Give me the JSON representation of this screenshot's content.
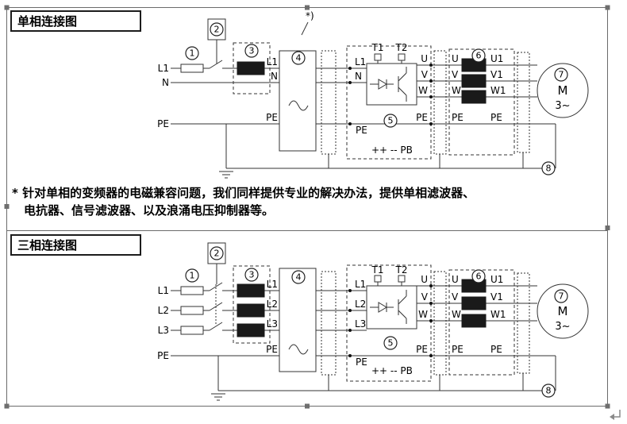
{
  "markers": {
    "m1": "1",
    "m2": "2",
    "m3": "3",
    "m4": "4",
    "m5": "5",
    "m6": "6",
    "m7": "7",
    "m8": "8"
  },
  "note": {
    "line1": "* 针对单相的变频器的电磁兼容问题，我们同样提供专业的解决办法，提供单相滤波器、",
    "line2": "电抗器、信号滤波器、以及浪涌电压抑制器等。"
  },
  "d1": {
    "title": "单相连接图",
    "footnote": "*)",
    "inputs": {
      "l1": "L1",
      "n": "N",
      "pe": "PE"
    },
    "reactor": {
      "l1": "L1",
      "n": "N",
      "pe": "PE"
    },
    "inverter": {
      "l1": "L1",
      "n": "N",
      "pe": "PE",
      "t1": "T1",
      "t2": "T2",
      "u": "U",
      "v": "V",
      "w": "W",
      "pe_out": "PE",
      "dc": "++  --  PB"
    },
    "filter": {
      "u": "U",
      "v": "V",
      "w": "W",
      "pe": "PE",
      "u1": "U1",
      "v1": "V1",
      "w1": "W1",
      "pe_out": "PE"
    },
    "motor": {
      "letter": "M",
      "phases": "3~"
    }
  },
  "d2": {
    "title": "三相连接图",
    "inputs": {
      "l1": "L1",
      "l2": "L2",
      "l3": "L3",
      "pe": "PE"
    },
    "reactor": {
      "l1": "L1",
      "l2": "L2",
      "l3": "L3",
      "pe": "PE"
    },
    "inverter": {
      "l1": "L1",
      "l2": "L2",
      "l3": "L3",
      "pe": "PE",
      "t1": "T1",
      "t2": "T2",
      "u": "U",
      "v": "V",
      "w": "W",
      "pe_out": "PE",
      "dc": "++  --  PB"
    },
    "filter": {
      "u": "U",
      "v": "V",
      "w": "W",
      "pe": "PE",
      "u1": "U1",
      "v1": "V1",
      "w1": "W1",
      "pe_out": "PE"
    },
    "motor": {
      "letter": "M",
      "phases": "3~"
    }
  }
}
